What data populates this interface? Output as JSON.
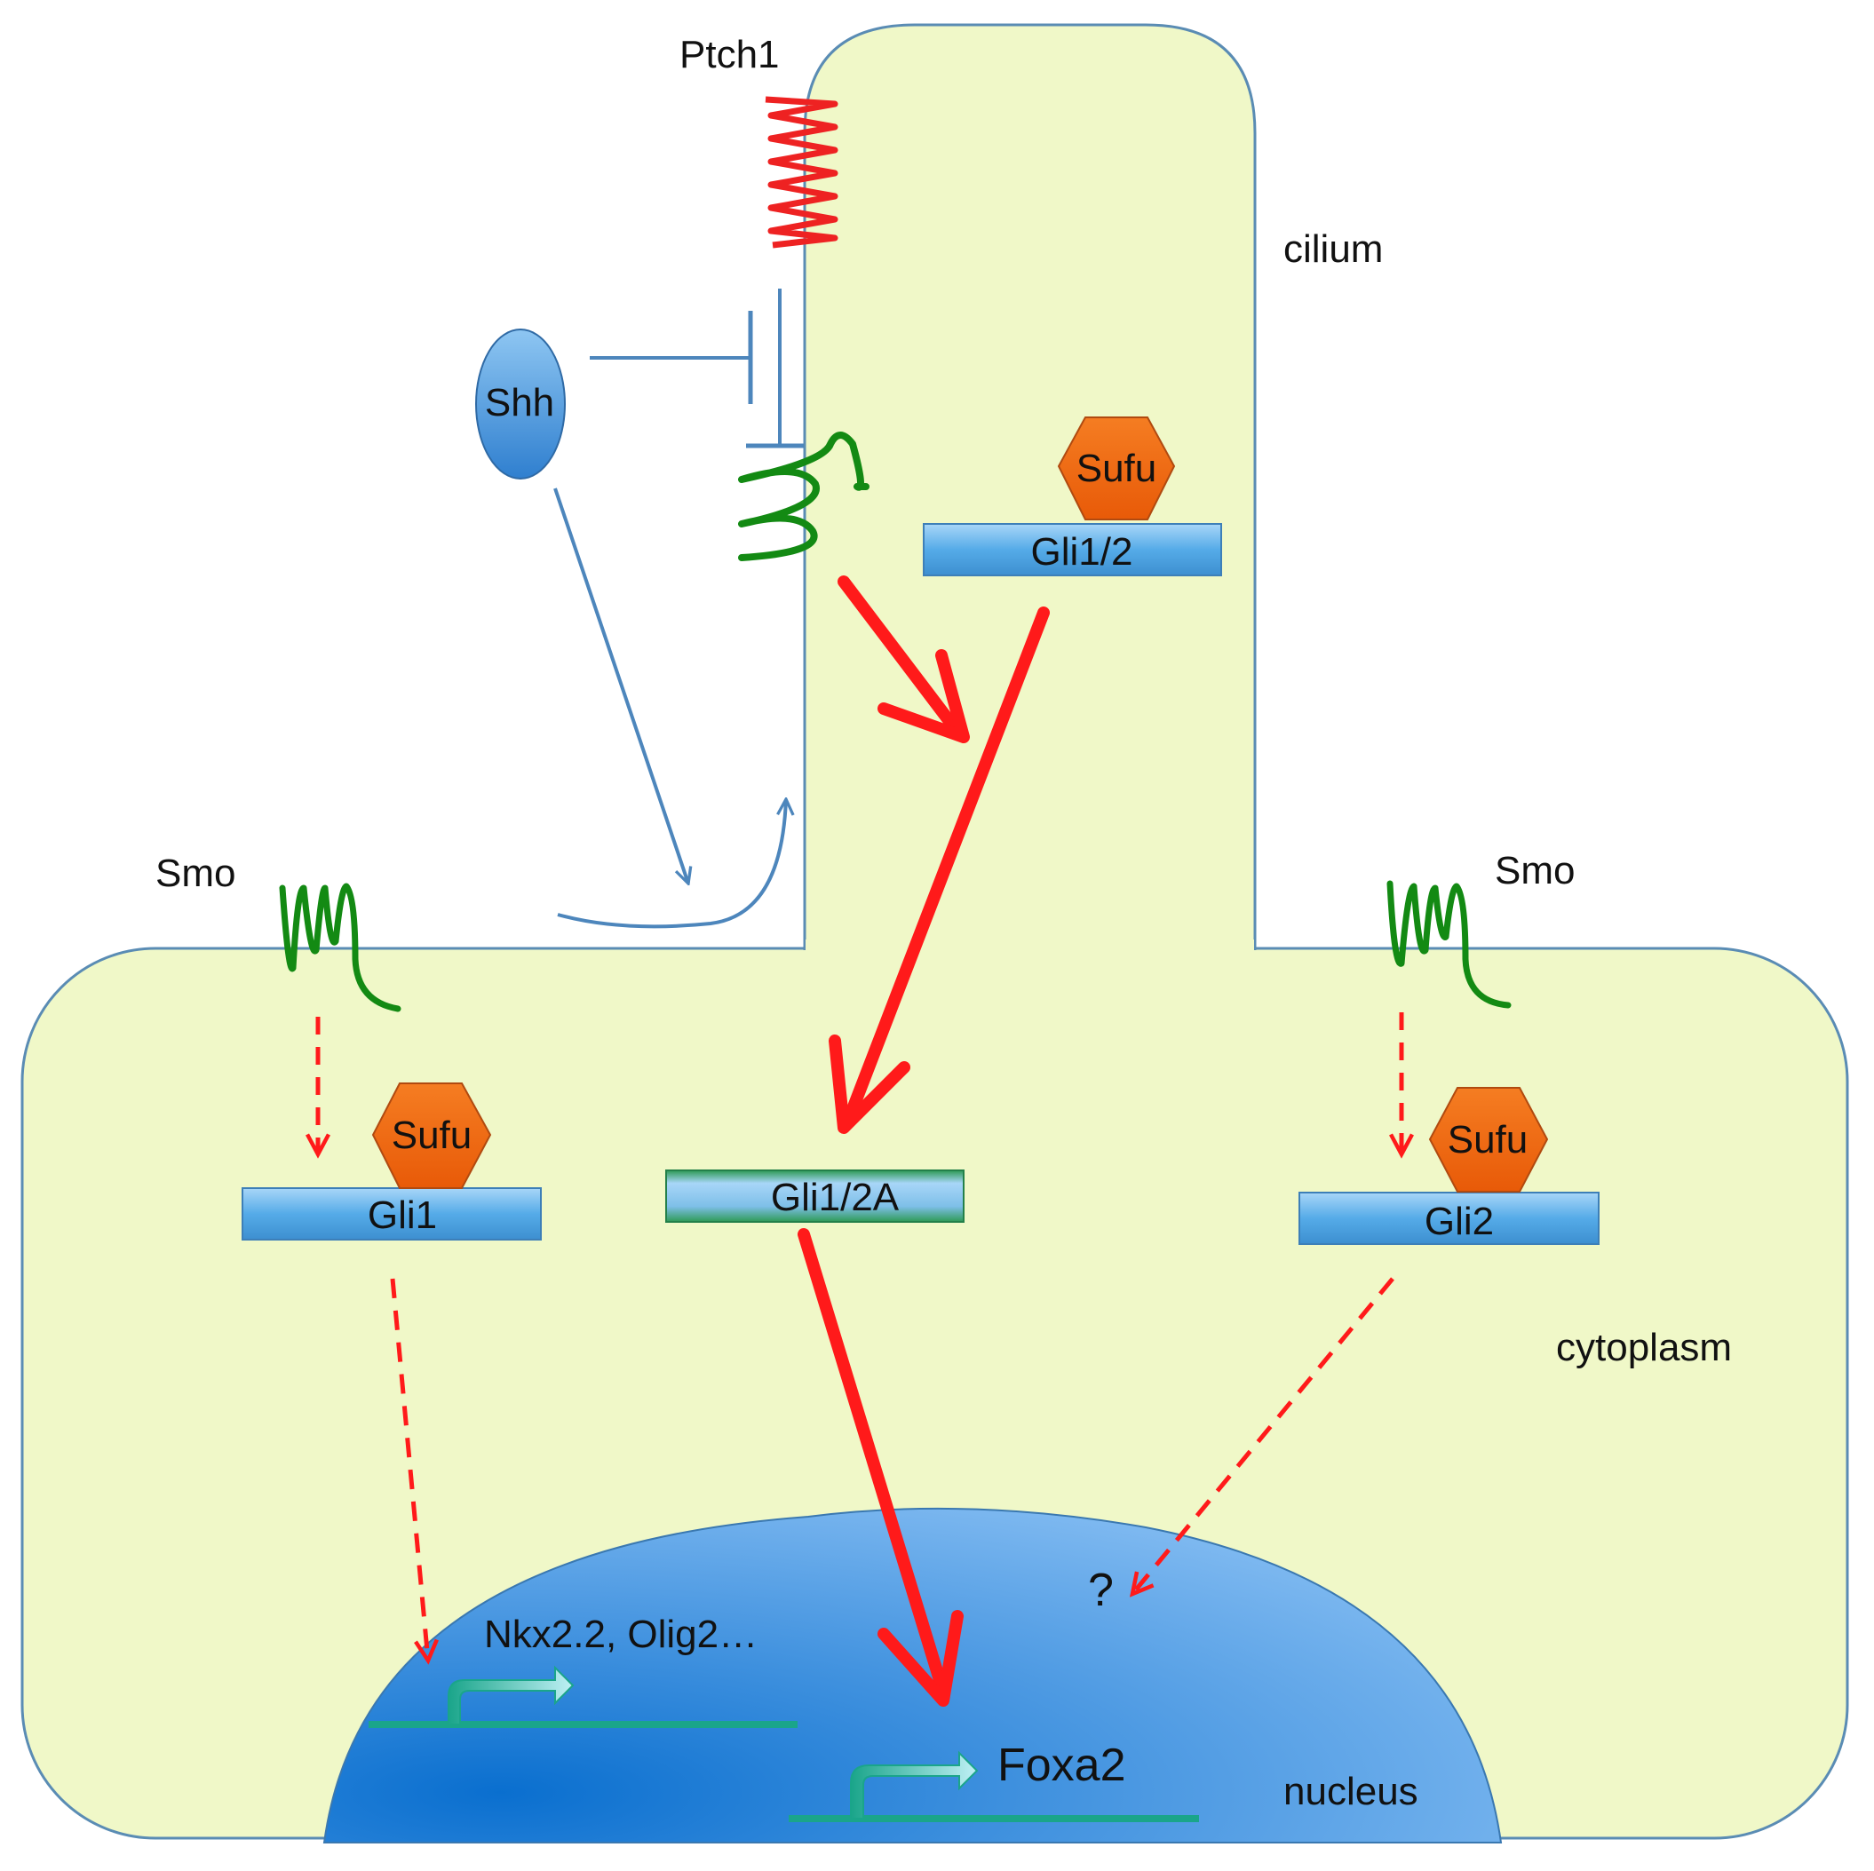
{
  "labels": {
    "ptch1": "Ptch1",
    "cilium": "cilium",
    "shh": "Shh",
    "smo_left": "Smo",
    "smo_right": "Smo",
    "cytoplasm": "cytoplasm",
    "nucleus": "nucleus",
    "question": "?",
    "target_genes": "Nkx2.2, Olig2…",
    "foxa2": "Foxa2"
  },
  "complexes": {
    "cilium_sufu": "Sufu",
    "cilium_gli": "Gli1/2",
    "left_sufu": "Sufu",
    "left_gli": "Gli1",
    "right_sufu": "Sufu",
    "right_gli": "Gli2",
    "activator": "Gli1/2A"
  },
  "colors": {
    "cell_fill": "#f0f8c8",
    "membrane": "#5a8cb4",
    "ptch1": "#ee2222",
    "smo": "#138a13",
    "sufu": "#f26a0f",
    "gli": "#4aa8e8",
    "arrow_red": "#ff1a1a",
    "arrow_blue": "#4d86bc",
    "nucleus_dark": "#0a6fcf",
    "nucleus_light": "#8ec3f5",
    "dna": "#1aa58a"
  }
}
